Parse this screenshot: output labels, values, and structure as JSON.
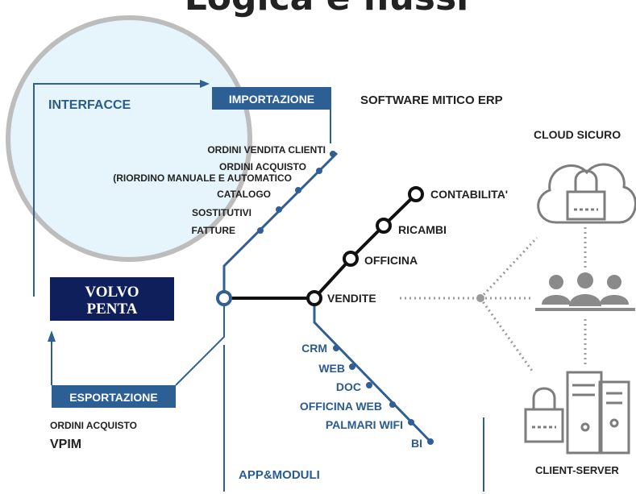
{
  "title": "Logica e flussi",
  "interfaces": {
    "label": "INTERFACCE",
    "import_label": "IMPORTAZIONE",
    "import_items": [
      "ORDINI VENDITA CLIENTI",
      "ORDINI ACQUISTO",
      "(RIORDINO MANUALE E AUTOMATICO",
      "CATALOGO",
      "SOSTITUTIVI",
      "FATTURE"
    ],
    "export_label": "ESPORTAZIONE",
    "export_items": [
      "ORDINI ACQUISTO",
      "VPIM"
    ]
  },
  "brand": {
    "line1": "VOLVO",
    "line2": "PENTA",
    "bg": "#0f1f5c",
    "fg": "#ffffff"
  },
  "software_label": "SOFTWARE MITICO ERP",
  "modules": {
    "main": [
      "VENDITE",
      "OFFICINA",
      "RICAMBI",
      "CONTABILITA'"
    ],
    "apps": [
      "CRM",
      "WEB",
      "DOC",
      "OFFICINA WEB",
      "PALMARI WIFI",
      "BI"
    ],
    "apps_label": "APP&MODULI"
  },
  "deployment": {
    "cloud": "CLOUD SICURO",
    "client_server": "CLIENT-SERVER"
  },
  "colors": {
    "label_blue": "#2a5b8f",
    "line_blue": "#2f5f95",
    "accent_box": "#2c5f93",
    "highlight": "#e6f5fb",
    "gray": "#9a9a9a",
    "icon_gray": "#7d7d7d"
  },
  "icons": [
    "cloud-lock-icon",
    "users-icon",
    "server-lock-icon",
    "check-arrow-icon"
  ]
}
